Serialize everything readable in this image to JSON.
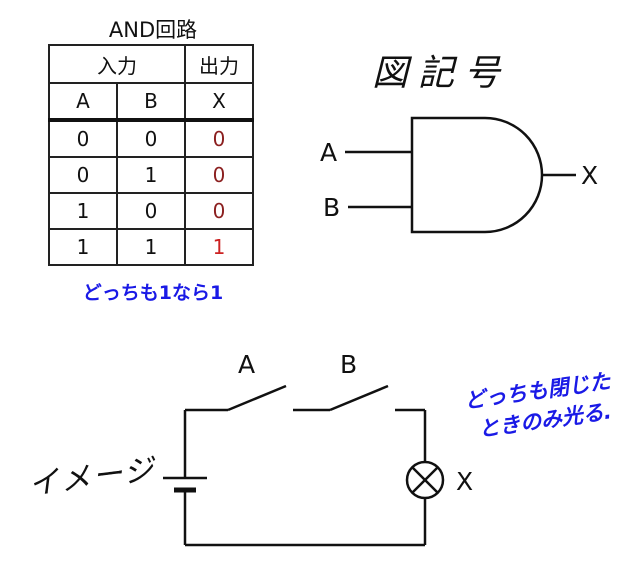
{
  "table": {
    "title": "AND回路",
    "header_input": "入力",
    "header_output": "出力",
    "col_a": "A",
    "col_b": "B",
    "col_x": "X",
    "rows": [
      {
        "a": "0",
        "b": "0",
        "x": "0"
      },
      {
        "a": "0",
        "b": "1",
        "x": "0"
      },
      {
        "a": "1",
        "b": "0",
        "x": "0"
      },
      {
        "a": "1",
        "b": "1",
        "x": "1"
      }
    ],
    "caption": "どっちも1なら1",
    "caption_color": "#1a1ae6",
    "output_zero_color": "#8b1f1f",
    "output_one_color": "#cc2222"
  },
  "symbol": {
    "title": "図記号",
    "input_a": "A",
    "input_b": "B",
    "output": "X"
  },
  "circuit": {
    "label": "イメージ",
    "switch_a": "A",
    "switch_b": "B",
    "lamp": "X",
    "note_line1": "どっちも閉じた",
    "note_line2": "ときのみ光る.",
    "note_color": "#1a1ae6",
    "wire_color": "#111111"
  }
}
